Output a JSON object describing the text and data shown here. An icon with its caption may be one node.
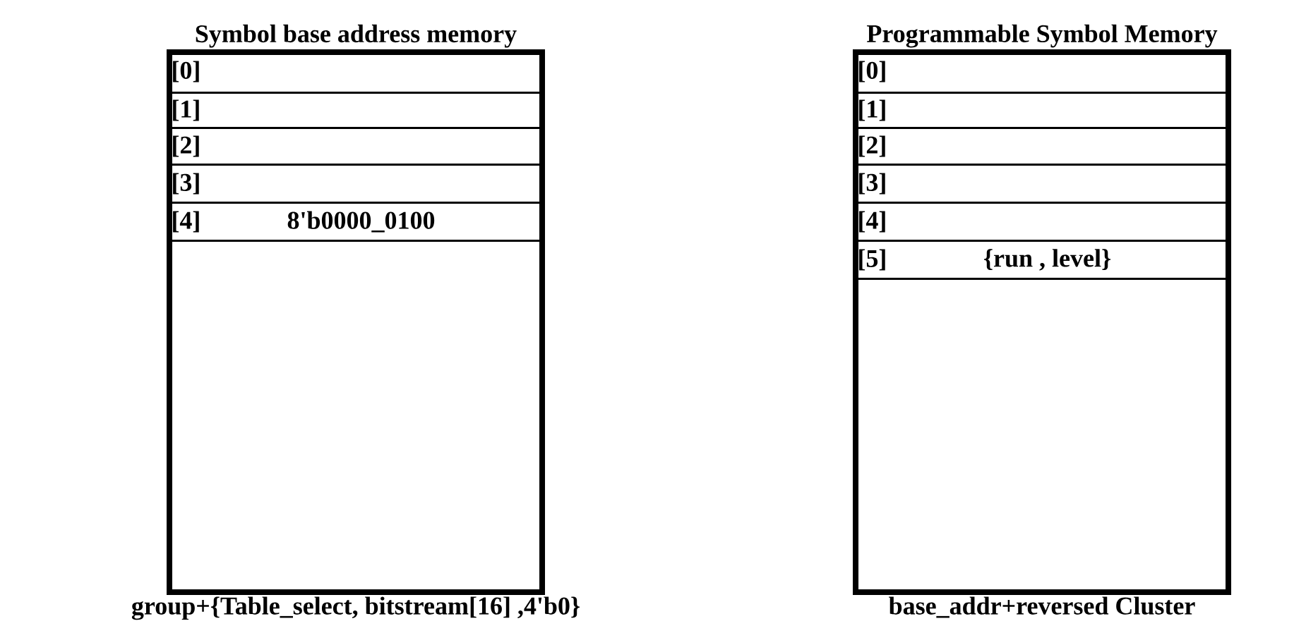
{
  "diagram": {
    "nodes": [
      {
        "text": [
          "Symbol base address memory"
        ],
        "beside": [
          "group+{Table_select, bitstream[16] ,4'b0}"
        ]
      },
      {
        "text": [
          "[0]"
        ],
        "in": 0
      },
      {
        "text": [
          "[1]"
        ],
        "in": 0
      },
      {
        "text": [
          "[2]"
        ],
        "in": 0
      },
      {
        "text": [
          "[3]"
        ],
        "in": 0
      },
      {
        "text": [
          "[4]",
          "8'b0000_0100"
        ],
        "in": 0
      },
      {
        "text": [
          "Programmable Symbol Memory"
        ],
        "beside": [
          "base_addr+reversed Cluster"
        ]
      },
      {
        "text": [
          "[0]"
        ],
        "in": 6
      },
      {
        "text": [
          "[1]"
        ],
        "in": 6
      },
      {
        "text": [
          "[2]"
        ],
        "in": 6
      },
      {
        "text": [
          "[3]"
        ],
        "in": 6
      },
      {
        "text": [
          "[4]"
        ],
        "in": 6
      },
      {
        "text": [
          "[5]",
          "{run , level}"
        ],
        "in": 6
      }
    ]
  }
}
